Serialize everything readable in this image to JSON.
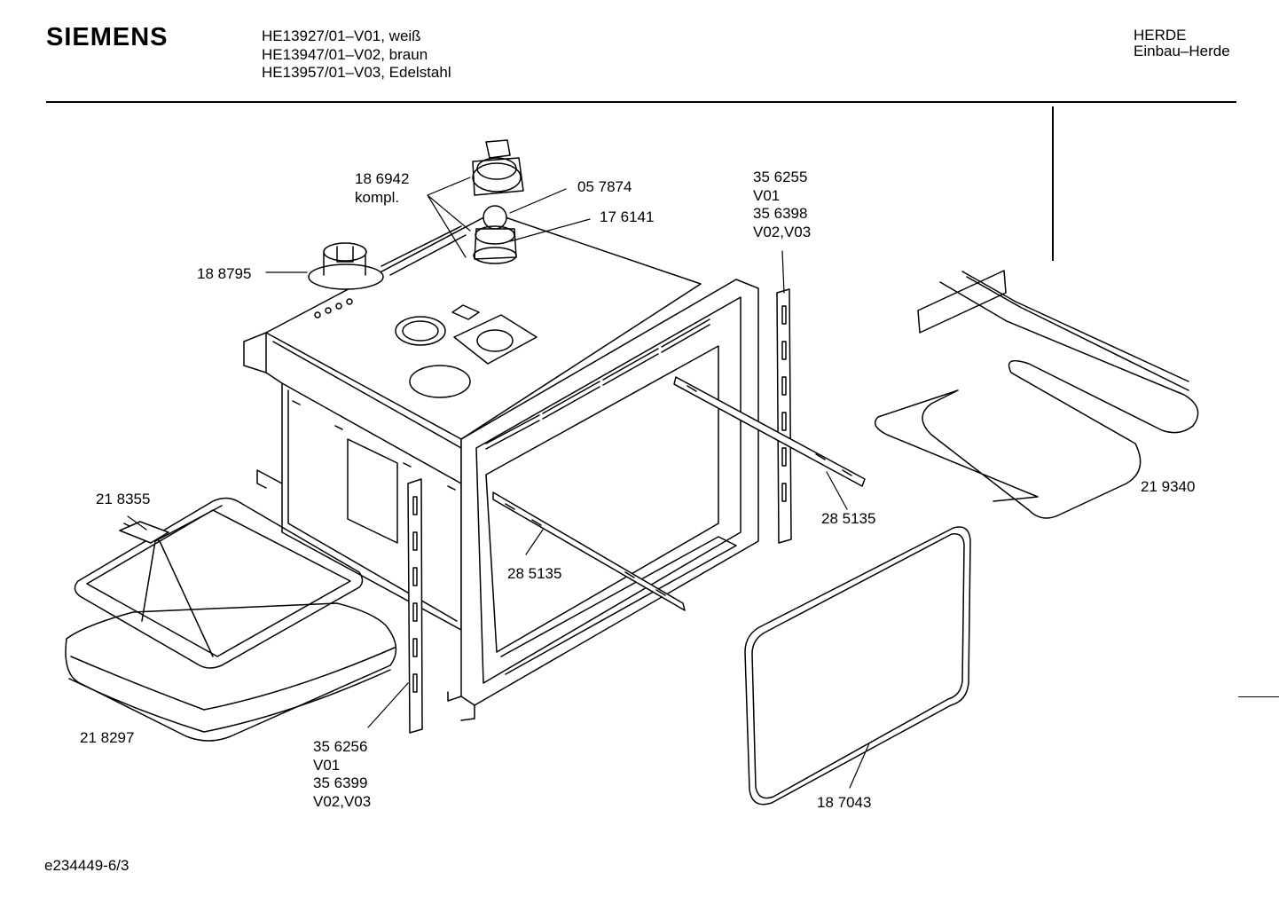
{
  "header": {
    "brand": "SIEMENS",
    "models": [
      "HE13927/01–V01, weiß",
      "HE13947/01–V02, braun",
      "HE13957/01–V03, Edelstahl"
    ],
    "category": [
      "HERDE",
      "Einbau–Herde"
    ]
  },
  "callouts": {
    "knob_assembly": [
      "18 6942",
      "kompl."
    ],
    "part_057874": "05 7874",
    "part_176141": "17 6141",
    "part_188795": "18 8795",
    "rail_right": [
      "35 6255",
      "V01",
      "35 6398",
      "V02,V03"
    ],
    "rail_left": [
      "35 6256",
      "V01",
      "35 6399",
      "V02,V03"
    ],
    "heater_bottom": "21 8355",
    "insulation": "21 8297",
    "slide_right": "28 5135",
    "slide_left": "28 5135",
    "heater_top": "21 9340",
    "door_seal": "18 7043"
  },
  "footer": {
    "drawing_id": "e234449-6/3"
  }
}
